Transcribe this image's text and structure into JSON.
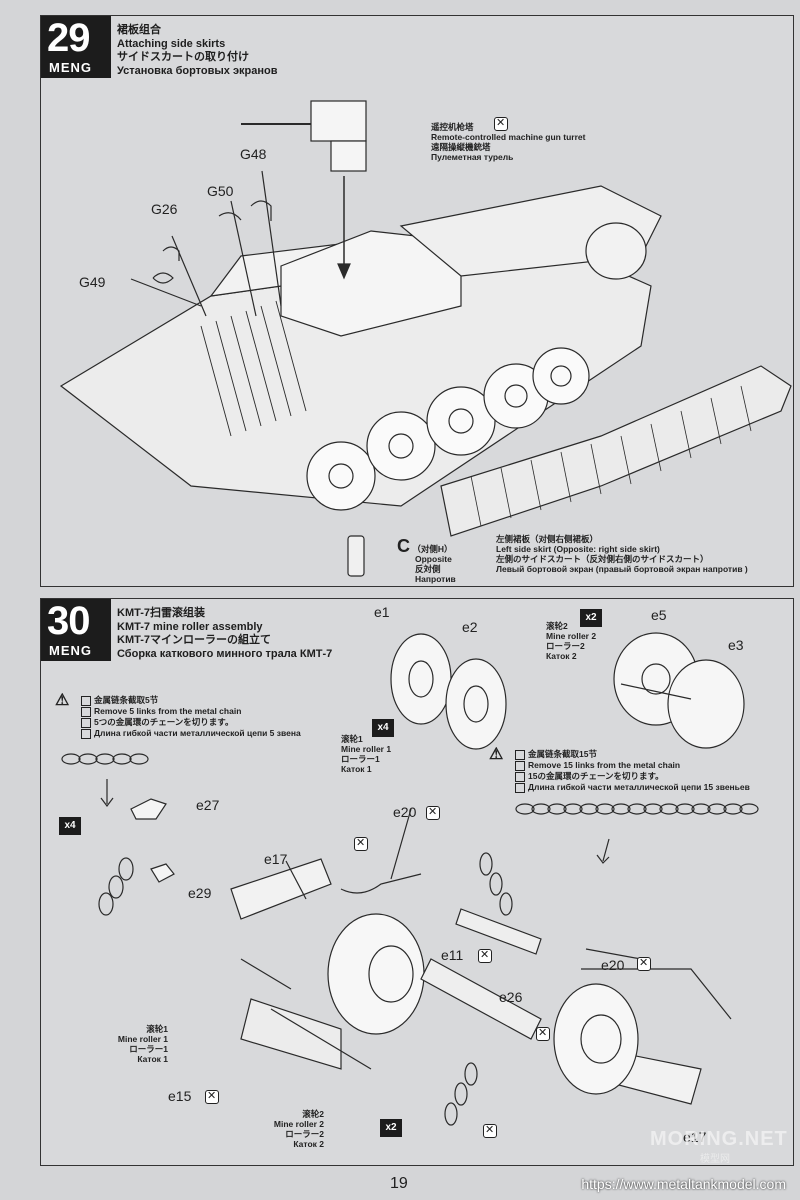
{
  "step29": {
    "number": "29",
    "brand": "MENG",
    "title_cn": "裙板组合",
    "title_en": "Attaching side skirts",
    "title_jp": "サイドスカートの取り付け",
    "title_ru": "Установка бортовых экранов",
    "parts": [
      "G48",
      "G50",
      "G26",
      "G49"
    ],
    "turret_cn": "遥控机枪塔",
    "turret_en": "Remote-controlled machine gun turret",
    "turret_jp": "遠隔操縦機銃塔",
    "turret_ru": "Пулеметная турель",
    "c_label": "C",
    "c_cn": "（对侧H）",
    "c_en": "Opposite",
    "c_jp": "反対側",
    "c_ru": "Напротив",
    "skirt_cn": "左侧裙板（对侧右侧裙板）",
    "skirt_en": "Left side skirt (Opposite: right side skirt)",
    "skirt_jp": "左側のサイドスカート（反対側右側のサイドスカート）",
    "skirt_ru": "Левый бортовой экран (правый бортовой экран напротив )"
  },
  "step30": {
    "number": "30",
    "brand": "MENG",
    "title_cn": "KMT-7扫雷滚组装",
    "title_en": "KMT-7 mine roller assembly",
    "title_jp": "KMT-7マインローラーの組立て",
    "title_ru": "Сборка каткового минного трала КМТ-7",
    "e1": "e1",
    "e2": "e2",
    "e5": "e5",
    "e3": "e3",
    "e27": "e27",
    "e29": "e29",
    "e17": "e17",
    "e20": "e20",
    "e11": "e11",
    "e26": "e26",
    "e15": "e15",
    "x4": "x4",
    "x2": "x2",
    "roller1_cn": "滚轮1",
    "roller1_en": "Mine roller 1",
    "roller1_jp": "ローラー1",
    "roller1_ru": "Каток 1",
    "roller2_cn": "滚轮2",
    "roller2_en": "Mine roller 2",
    "roller2_jp": "ローラー2",
    "roller2_ru": "Каток 2",
    "chain5_cn": "金属链条截取5节",
    "chain5_en": "Remove 5 links from the metal chain",
    "chain5_jp": "5つの金属環のチェーンを切ります。",
    "chain5_ru": "Длина гибкой части металлической цепи 5 звена",
    "chain15_cn": "金属链条截取15节",
    "chain15_en": "Remove 15 links from the metal chain",
    "chain15_jp": "15の金属環のチェーンを切ります。",
    "chain15_ru": "Длина гибкой части металлической цепи 15 звеньев"
  },
  "footer": {
    "page": "19",
    "url": "https://www.metaltankmodel.com",
    "watermark": "MORING.NET",
    "watermark_sub": "模型网"
  }
}
